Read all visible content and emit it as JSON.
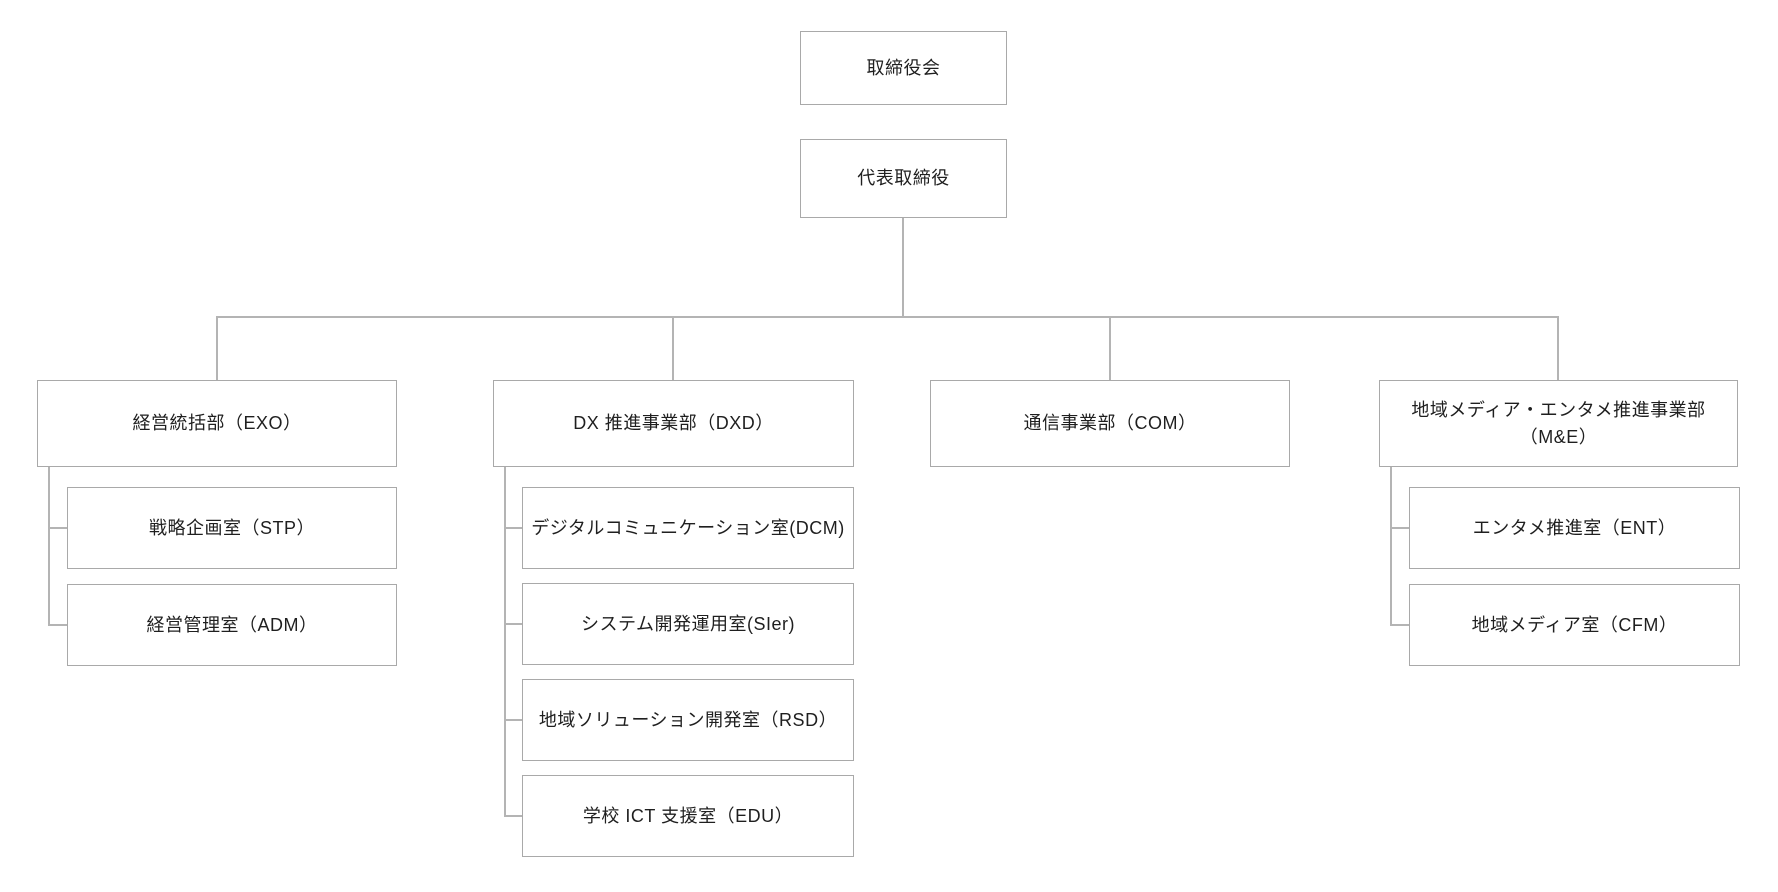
{
  "chart": {
    "colors": {
      "background": "#ffffff",
      "box_border": "#a9a9a9",
      "connector": "#b4b4b4",
      "text": "#1f1f1f"
    },
    "root": {
      "label": "取締役会"
    },
    "executive": {
      "label": "代表取締役"
    },
    "departments": [
      {
        "label": "経営統括部（EXO）",
        "divisions": [
          {
            "label": "戦略企画室（STP）"
          },
          {
            "label": "経営管理室（ADM）"
          }
        ]
      },
      {
        "label": "DX 推進事業部（DXD）",
        "divisions": [
          {
            "label": "デジタルコミュニケーション室(DCM)"
          },
          {
            "label": "システム開発運用室(SIer)"
          },
          {
            "label": "地域ソリューション開発室（RSD）"
          },
          {
            "label": "学校 ICT 支援室（EDU）"
          }
        ]
      },
      {
        "label": "通信事業部（COM）",
        "divisions": []
      },
      {
        "label": "地域メディア・エンタメ推進事業部",
        "label_line2": "（M&E）",
        "divisions": [
          {
            "label": "エンタメ推進室（ENT）"
          },
          {
            "label": "地域メディア室（CFM）"
          }
        ]
      }
    ]
  }
}
